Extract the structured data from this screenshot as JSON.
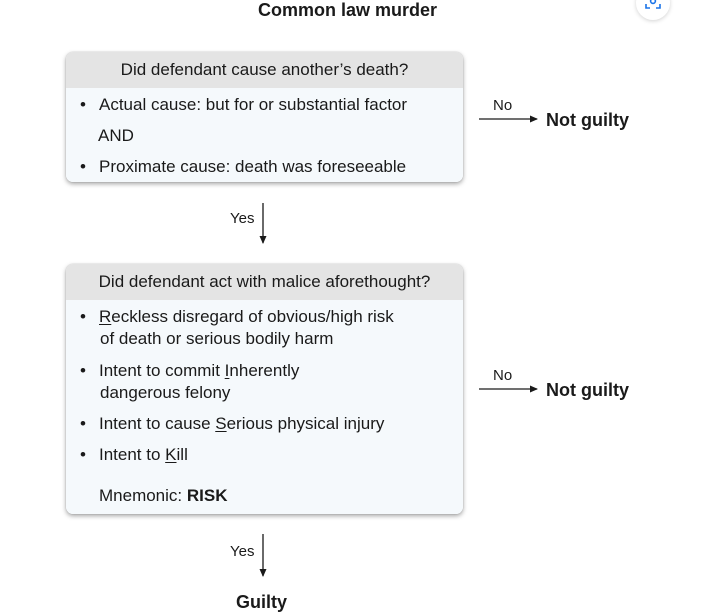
{
  "title": "Common law murder",
  "question1": {
    "heading": "Did defendant cause another’s death?",
    "item1": "Actual cause: but for or substantial factor",
    "connector": "AND",
    "item2": "Proximate cause: death was foreseeable"
  },
  "yes_label": "Yes",
  "no_label": "No",
  "not_guilty": "Not guilty",
  "question2": {
    "heading": "Did defendant act with malice aforethought?",
    "item1": {
      "key": "R",
      "line1_rest": "eckless disregard of obvious/high risk",
      "line2": "of death or serious bodily harm"
    },
    "item2": {
      "pre": "Intent to commit ",
      "key": "I",
      "line1_rest": "nherently",
      "line2": "dangerous felony"
    },
    "item3": {
      "pre": "Intent to cause ",
      "key": "S",
      "rest": "erious physical injury"
    },
    "item4": {
      "pre": "Intent to ",
      "key": "K",
      "rest": "ill"
    },
    "mnemonic_label": "Mnemonic: ",
    "mnemonic_value": "RISK"
  },
  "guilty": "Guilty",
  "icons": {
    "scan": "image-search-icon",
    "bullet": "bullet-icon"
  },
  "colors": {
    "header_fill": "#e4e4e4",
    "body_fill": "#f5f9fc",
    "scan_icon": "#1a73e8"
  }
}
